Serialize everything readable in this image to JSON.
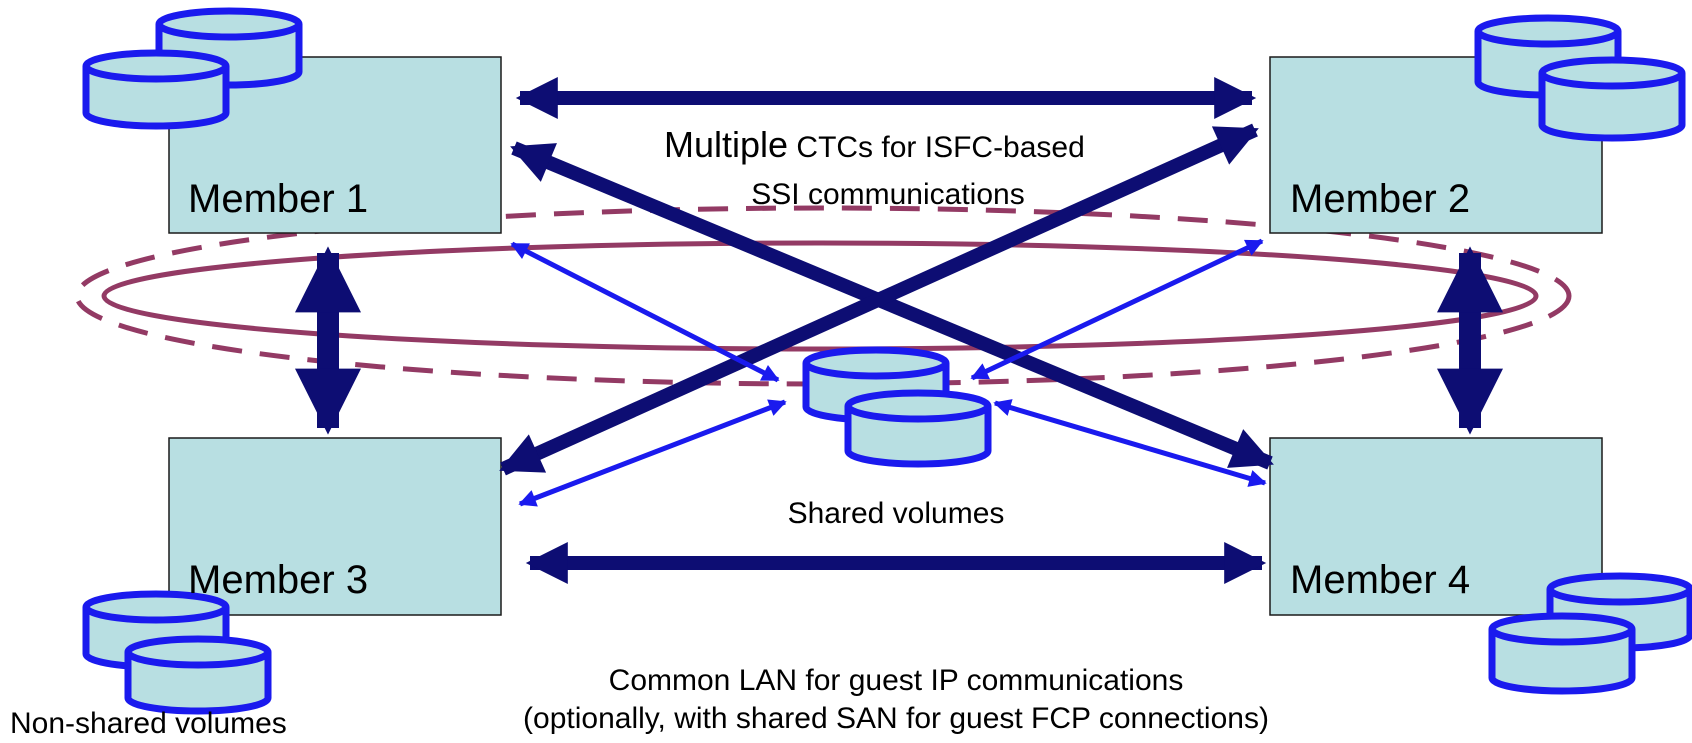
{
  "members": {
    "m1": "Member 1",
    "m2": "Member 2",
    "m3": "Member 3",
    "m4": "Member 4"
  },
  "labels": {
    "ctc_line1_big": "Multiple",
    "ctc_line1_rest": " CTCs for ISFC-based",
    "ctc_line2": "SSI communications",
    "shared_volumes": "Shared volumes",
    "lan_line1": "Common LAN for guest IP communications",
    "lan_line2": "(optionally, with shared SAN for guest FCP connections)",
    "non_shared": "Non-shared volumes"
  },
  "colors": {
    "member_fill": "#b8dfe2",
    "ctc_arrow": "#0d0d73",
    "volume_arrow": "#1a1aee",
    "disk_stroke": "#1a1aee",
    "lan_ring": "#933a64"
  }
}
